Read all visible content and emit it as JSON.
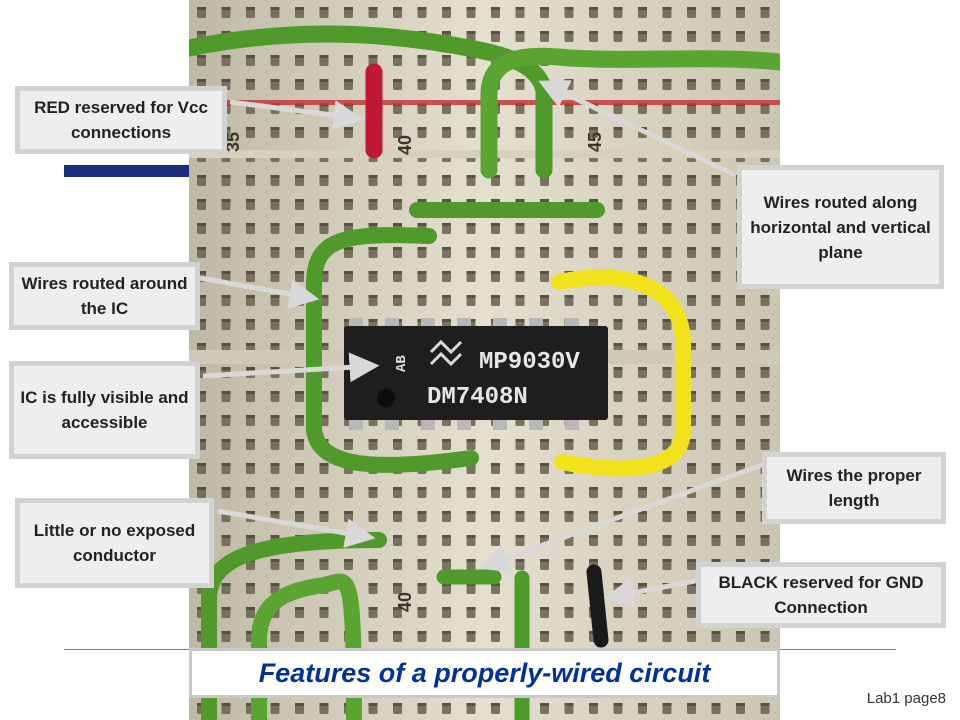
{
  "slide": {
    "title": "Features of a properly-wired circuit",
    "page_label": "Lab1 page8"
  },
  "photo": {
    "row_numbers": [
      "35",
      "40",
      "45",
      "40"
    ],
    "ic_lines": [
      "MP9030V",
      "DM7408N"
    ],
    "ic_side": "AB"
  },
  "callouts": {
    "red": "RED reserved for Vcc connections",
    "horizontal": "Wires routed along horizontal and vertical plane",
    "around": "Wires routed around the IC",
    "visible": "IC is fully visible and accessible",
    "proper": "Wires the proper length",
    "little": "Little or no exposed conductor",
    "black": "BLACK reserved for GND Connection"
  },
  "colors": {
    "title": "#003399",
    "accent_bar": "#1a2f80",
    "wire_green": "#4f9a2a",
    "wire_yellow": "#f1e21c",
    "wire_red": "#c01830",
    "wire_black": "#1a1a1a",
    "callout_bg": "#eeeeee",
    "callout_border": "#d2d2d2"
  }
}
